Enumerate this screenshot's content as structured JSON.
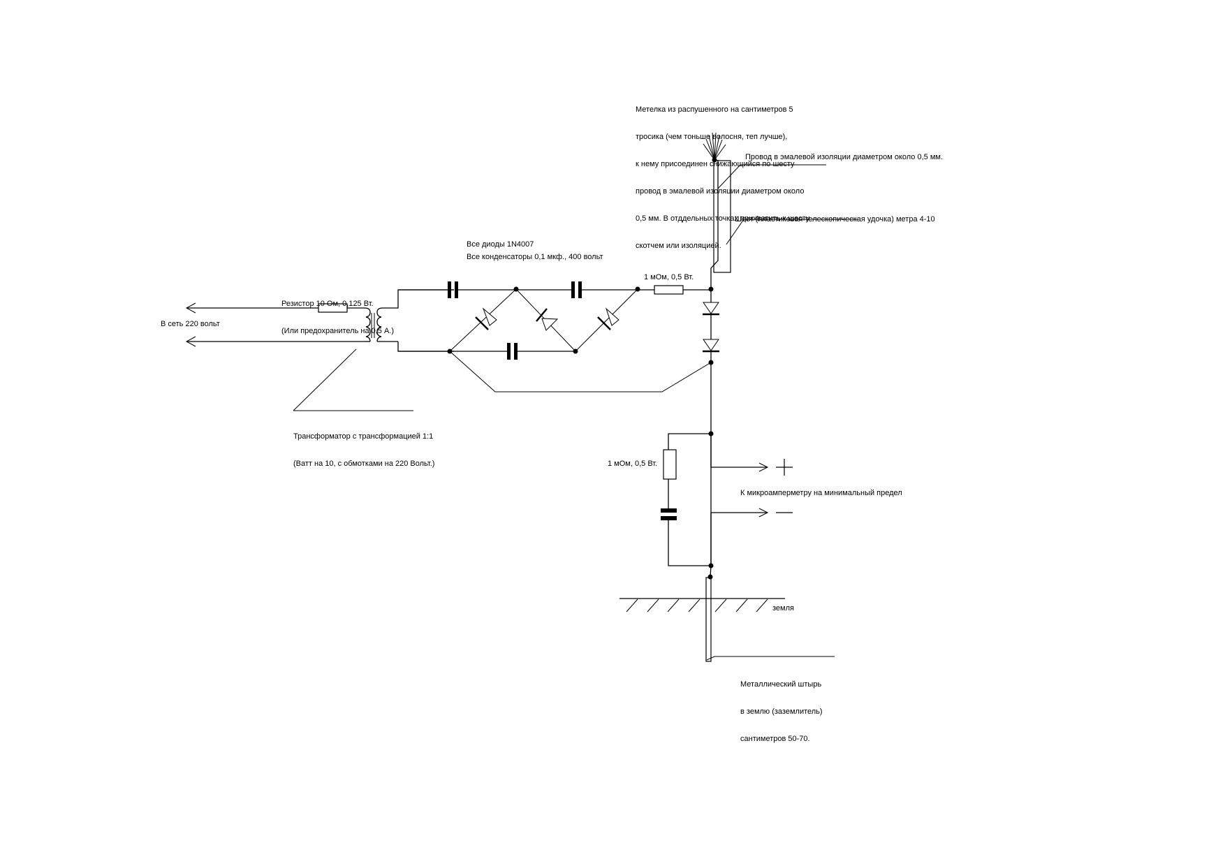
{
  "diagram": {
    "type": "circuit-schematic",
    "language": "ru",
    "labels": {
      "broom_note": [
        "Метелка из распушенного на сантиметров 5",
        "тросика (чем тоньше волосня, теп лучше),",
        "к нему присоединен снижающийся по шесту",
        "провод в эмалевой изоляции диаметром около",
        "0,5 мм. В отддельных точках прихватить к шесту",
        "скотчем или изоляцией."
      ],
      "wire_note": "Провод в эмалевой изоляции диаметром около 0,5 мм.",
      "pole_note": "Шест (пластиковая телескопическая удочка) метра 4-10",
      "components_note_1": "Все диоды 1N4007",
      "components_note_2": "Все конденсаторы 0,1 мкф., 400 вольт",
      "input_resistor_1": "Резистор 10 Ом, 0,125 Вт.",
      "input_resistor_2": "(Или предохранитель на 0,5 А.)",
      "mains": "В сеть 220 вольт",
      "transformer_1": "Трансформатор с трансформацией 1:1",
      "transformer_2": "(Ватт на 10, с обмотками на 220 Вольт.)",
      "top_resistor": "1 мОм, 0,5 Вт.",
      "shunt_resistor": "1 мОм, 0,5 Вт.",
      "meter_note": "К микроамперметру на минимальный предел",
      "plus": "+",
      "minus": "—",
      "ground": "земля",
      "rod_note": [
        "Металлический штырь",
        "в землю (заземлитель)",
        "сантиметров 50-70."
      ]
    },
    "components": [
      {
        "type": "resistor",
        "value": "10 Ом, 0,125 Вт"
      },
      {
        "type": "transformer",
        "ratio": "1:1"
      },
      {
        "type": "capacitor",
        "count": 4,
        "value": "0,1 мкф, 400 В"
      },
      {
        "type": "diode",
        "model": "1N4007",
        "count": 5
      },
      {
        "type": "resistor",
        "value": "1 мОм, 0,5 Вт",
        "count": 2
      },
      {
        "type": "antenna",
        "desc": "broom on telescopic pole"
      },
      {
        "type": "ground-rod"
      }
    ]
  }
}
